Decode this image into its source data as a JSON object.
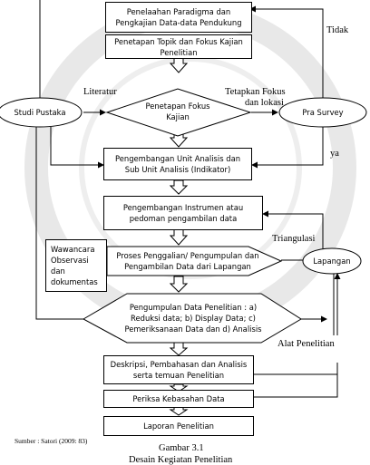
{
  "boxes": {
    "b1": "Penelaahan Paradigma dan\nPengkajian Data-data Pendukung",
    "b2": "Penetapan Topik dan Fokus Kajian\nPenelitian",
    "b3": "Pengembangan Unit Analisis dan\nSub Unit Analisis (Indikator)",
    "b4": "Pengembangan Instrumen atau\npedoman pengambilan data",
    "b5": "Deskripsi, Pembahasan dan Analisis\nserta temuan Penelitian",
    "b6": "Periksa Kebasahan Data",
    "b7": "Laporan Penelitian",
    "wawancara": "Wawancara\nObservasi\ndan\ndokumentas"
  },
  "decisions": {
    "fokus": "Penetapan Fokus\nKajian",
    "proses": "Proses Penggalian/ Pengumpulan dan\nPengambilan Data dari Lapangan",
    "pengumpulan": "Pengumpulan Data Penelitian : a)\nReduksi data; b) Display Data; c)\nPemeriksanaan Data dan d) Analisis"
  },
  "ellipses": {
    "studi": "Studi Pustaka",
    "prasurvey": "Pra Survey",
    "lapangan": "Lapangan"
  },
  "labels": {
    "literatur": "Literatur",
    "tetapkan": "Tetapkan Fokus",
    "dan_lokasi": "dan lokasi",
    "tidak": "Tidak",
    "ya": "ya",
    "triangulasi": "Triangulasi",
    "alat": "Alat Penelitian"
  },
  "caption": {
    "source": "Sumber : Satori (2009: 83)",
    "figure": "Gambar 3.1",
    "title": "Desain Kegiatan Penelitian"
  },
  "colors": {
    "line": "#000000",
    "watermark": "#e6e6e6"
  }
}
